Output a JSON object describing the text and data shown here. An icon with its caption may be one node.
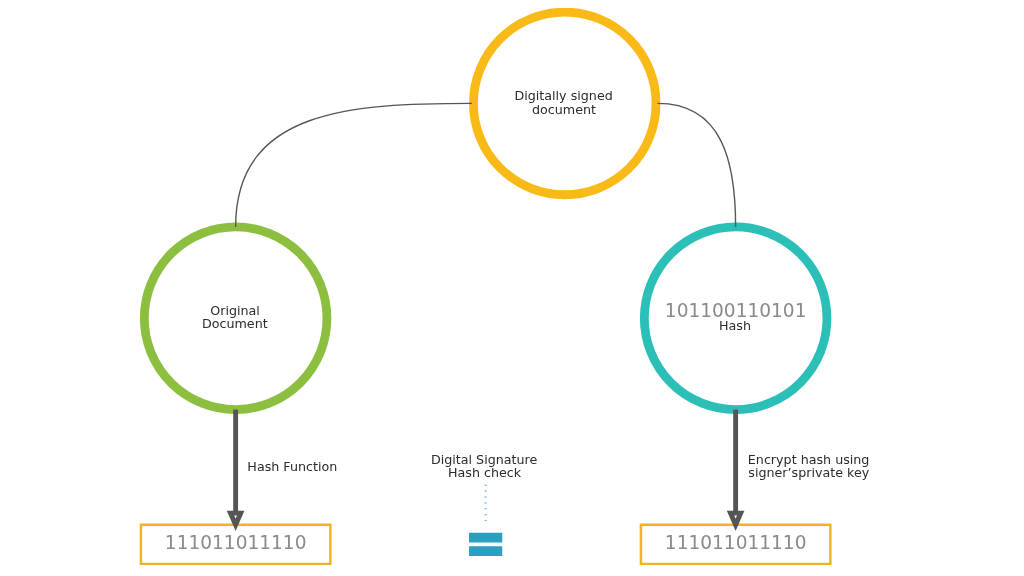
{
  "diagram": {
    "nodes": [
      {
        "text": [
          "Digitally signed document"
        ]
      },
      {
        "text": [
          "Original Document"
        ]
      },
      {
        "text": [
          "101100110101",
          "Hash"
        ]
      },
      {
        "text": [
          "Digital Signature Hash check"
        ]
      },
      {
        "text": [
          "111011011110"
        ]
      },
      {
        "text": [],
        "shape": "bar"
      },
      {
        "text": [
          "111011011110"
        ]
      }
    ],
    "edges": [
      {
        "from": 0,
        "to": 1,
        "arrow": "none"
      },
      {
        "from": 0,
        "to": 2,
        "arrow": "none"
      },
      {
        "from": 1,
        "to": 4,
        "arrow": "to",
        "label": "Hash Function",
        "style": "thick"
      },
      {
        "from": 2,
        "to": 6,
        "arrow": "to",
        "label": "Encrypt hash using signer’sprivate key",
        "style": "thick"
      },
      {
        "from": 3,
        "to": 5,
        "arrow": "none",
        "style": "dashed",
        "color": "#4fb3cf"
      }
    ]
  }
}
